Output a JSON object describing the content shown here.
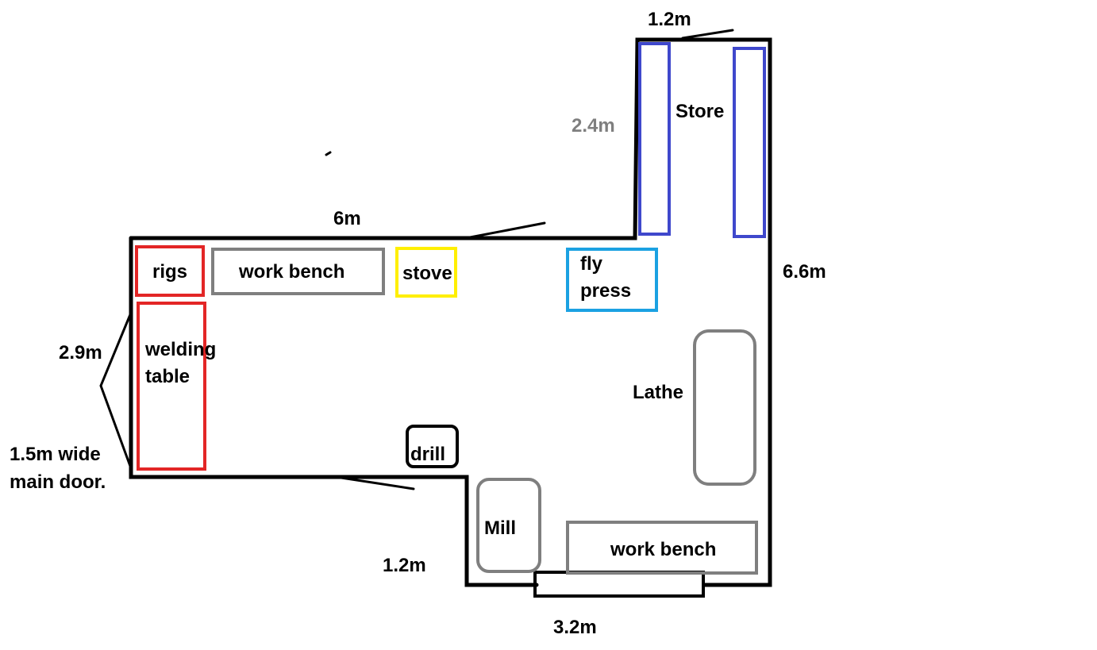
{
  "colors": {
    "wall": "#000000",
    "red": "#e32626",
    "grey": "#7f7f7f",
    "yellow": "#ffef00",
    "cyan": "#1ba1e2",
    "blue": "#3f48cc",
    "dim_grey_text": "#7f7f7f"
  },
  "dimensions": {
    "top_wall": "6m",
    "store_width": "1.2m",
    "store_height": "2.4m",
    "right_wall": "6.6m",
    "left_wall": "2.9m",
    "lower_step": "1.2m",
    "bottom_wall": "3.2m",
    "door_line1": "1.5m wide",
    "door_line2": "main door."
  },
  "equipment": {
    "rigs": "rigs",
    "work_bench_top": "work bench",
    "stove": "stove",
    "fly_press_line1": "fly",
    "fly_press_line2": "press",
    "welding_line1": "welding",
    "welding_line2": "table",
    "store": "Store",
    "lathe": "Lathe",
    "drill": "drill",
    "mill": "Mill",
    "work_bench_bottom": "work bench"
  }
}
